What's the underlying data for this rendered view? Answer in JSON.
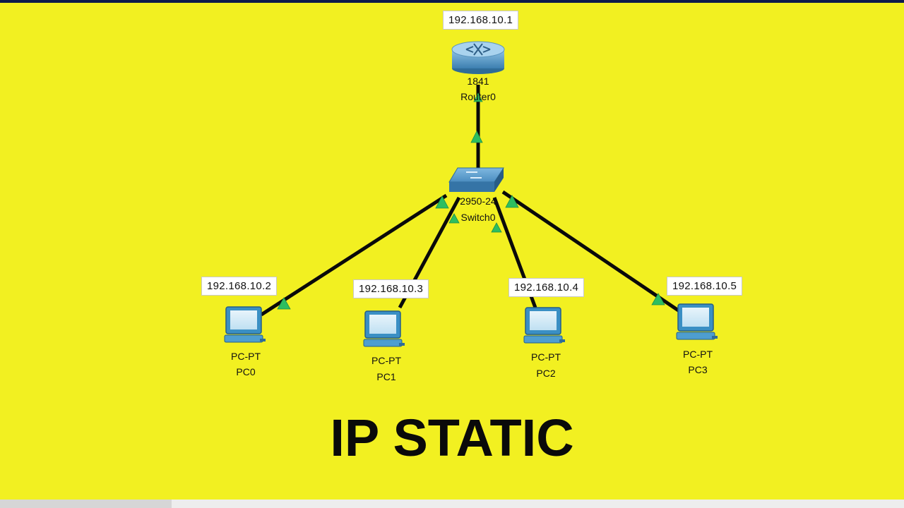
{
  "title": "IP STATIC",
  "router": {
    "ip": "192.168.10.1",
    "model": "1841",
    "name": "Router0",
    "icon": "router-icon"
  },
  "switch": {
    "model": "2950-24",
    "name": "Switch0",
    "icon": "switch-icon"
  },
  "pcs": [
    {
      "ip": "192.168.10.2",
      "model": "PC-PT",
      "name": "PC0",
      "icon": "pc-icon"
    },
    {
      "ip": "192.168.10.3",
      "model": "PC-PT",
      "name": "PC1",
      "icon": "pc-icon"
    },
    {
      "ip": "192.168.10.4",
      "model": "PC-PT",
      "name": "PC2",
      "icon": "pc-icon"
    },
    {
      "ip": "192.168.10.5",
      "model": "PC-PT",
      "name": "PC3",
      "icon": "pc-icon"
    }
  ],
  "colors": {
    "background": "#F2F021",
    "link": "#0A0A0A",
    "link_status": "#2DBE60",
    "device_blue": "#3A8FC4"
  }
}
